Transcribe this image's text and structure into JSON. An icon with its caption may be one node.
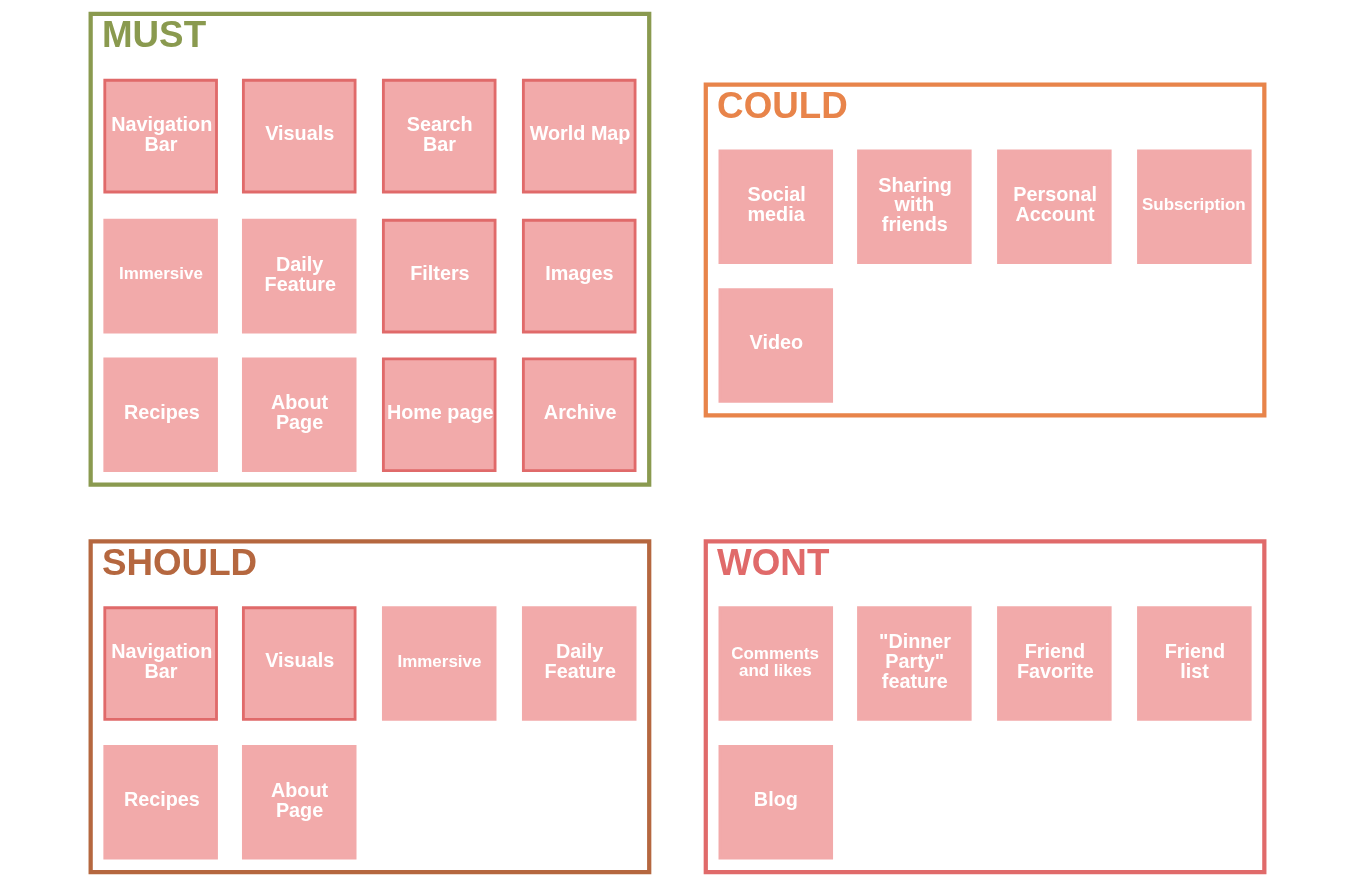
{
  "diagram": {
    "nodes": [
      {
        "text": [
          "MUST"
        ]
      },
      {
        "text": [
          "Navigation Bar"
        ],
        "in": 0
      },
      {
        "text": [
          "Visuals"
        ],
        "in": 0
      },
      {
        "text": [
          "Search Bar"
        ],
        "in": 0
      },
      {
        "text": [
          "World Map"
        ],
        "in": 0
      },
      {
        "text": [
          "Immersive"
        ],
        "in": 0
      },
      {
        "text": [
          "Daily Feature"
        ],
        "in": 0
      },
      {
        "text": [
          "Filters"
        ],
        "in": 0
      },
      {
        "text": [
          "Images"
        ],
        "in": 0
      },
      {
        "text": [
          "Recipes"
        ],
        "in": 0
      },
      {
        "text": [
          "About Page"
        ],
        "in": 0
      },
      {
        "text": [
          "Home page"
        ],
        "in": 0
      },
      {
        "text": [
          "Archive"
        ],
        "in": 0
      },
      {
        "text": [
          "SHOULD"
        ]
      },
      {
        "text": [
          "Navigation Bar"
        ],
        "in": 13
      },
      {
        "text": [
          "Visuals"
        ],
        "in": 13
      },
      {
        "text": [
          "Immersive"
        ],
        "in": 13
      },
      {
        "text": [
          "Daily Feature"
        ],
        "in": 13
      },
      {
        "text": [
          "Recipes"
        ],
        "in": 13
      },
      {
        "text": [
          "About Page"
        ],
        "in": 13
      },
      {
        "text": [
          "COULD"
        ]
      },
      {
        "text": [
          "Social media"
        ],
        "in": 20
      },
      {
        "text": [
          "Sharing with friends"
        ],
        "in": 20
      },
      {
        "text": [
          "Personal Account"
        ],
        "in": 20
      },
      {
        "text": [
          "Subscription"
        ],
        "in": 20
      },
      {
        "text": [
          "Video"
        ],
        "in": 20
      },
      {
        "text": [
          "WONT"
        ]
      },
      {
        "text": [
          "Comments and likes"
        ],
        "in": 26
      },
      {
        "text": [
          "\"Dinner Party\" feature"
        ],
        "in": 26
      },
      {
        "text": [
          "Friend Favorite"
        ],
        "in": 26
      },
      {
        "text": [
          "Friend list"
        ],
        "in": 26
      },
      {
        "text": [
          "Blog"
        ],
        "in": 26
      }
    ],
    "edges": []
  }
}
